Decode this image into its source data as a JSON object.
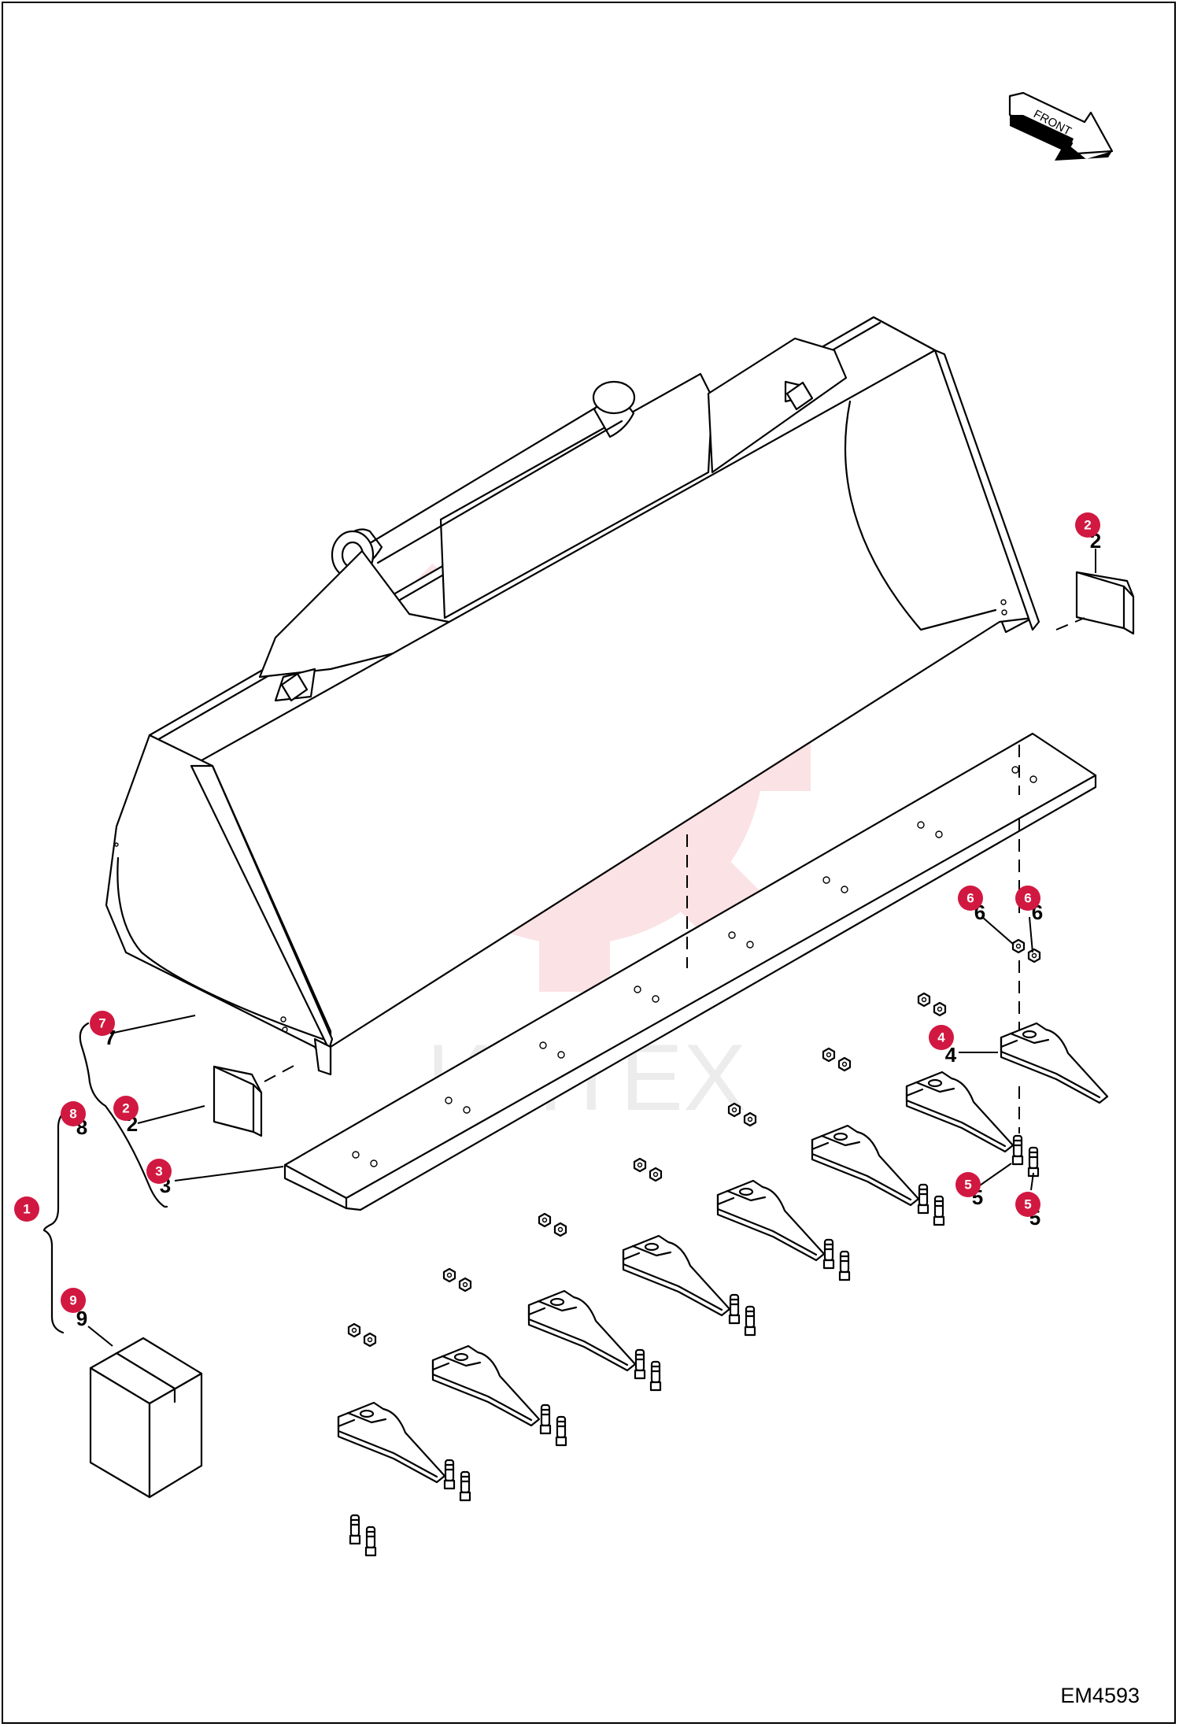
{
  "drawing_code": "EM4593",
  "front_label": "FRONT",
  "watermark_text": "ИНТЕХ",
  "accent_color": "#d11841",
  "callouts": [
    {
      "id": "callout-1",
      "label": "1"
    },
    {
      "id": "callout-2-right",
      "label": "2"
    },
    {
      "id": "callout-2-left",
      "label": "2"
    },
    {
      "id": "callout-3",
      "label": "3"
    },
    {
      "id": "callout-4",
      "label": "4"
    },
    {
      "id": "callout-5-left",
      "label": "5"
    },
    {
      "id": "callout-5-right",
      "label": "5"
    },
    {
      "id": "callout-6-left",
      "label": "6"
    },
    {
      "id": "callout-6-right",
      "label": "6"
    },
    {
      "id": "callout-7",
      "label": "7"
    },
    {
      "id": "callout-8",
      "label": "8"
    },
    {
      "id": "callout-9",
      "label": "9"
    }
  ]
}
